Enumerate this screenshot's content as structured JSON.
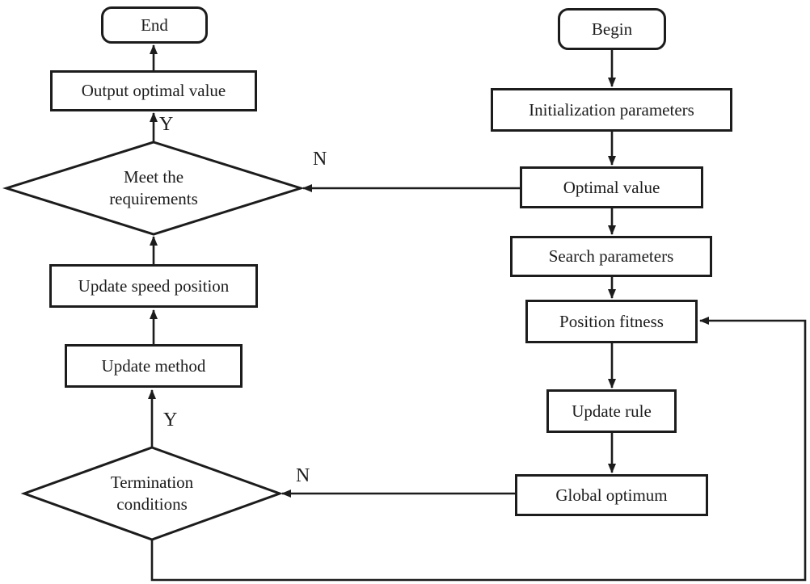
{
  "flowchart": {
    "colors": {
      "background": "#ffffff",
      "line": "#1c1c1c",
      "text": "#1c1c1c",
      "node_fill": "#ffffff"
    },
    "nodes": {
      "begin": {
        "label": "Begin",
        "shape": "terminator"
      },
      "initialization_parameters": {
        "label": "Initialization parameters",
        "shape": "process"
      },
      "optimal_value": {
        "label": "Optimal value",
        "shape": "process"
      },
      "search_parameters": {
        "label": "Search parameters",
        "shape": "process"
      },
      "position_fitness": {
        "label": "Position fitness",
        "shape": "process"
      },
      "update_rule": {
        "label": "Update rule",
        "shape": "process"
      },
      "global_optimum": {
        "label": "Global optimum",
        "shape": "process"
      },
      "termination_conditions": {
        "label": "Termination conditions",
        "shape": "decision"
      },
      "update_method": {
        "label": "Update method",
        "shape": "process"
      },
      "update_speed_position": {
        "label": "Update speed position",
        "shape": "process"
      },
      "meet_the_requirements": {
        "label": "Meet the requirements",
        "shape": "decision"
      },
      "output_optimal_value": {
        "label": "Output optimal value",
        "shape": "process"
      },
      "end": {
        "label": "End",
        "shape": "terminator"
      }
    },
    "edges": [
      {
        "from": "begin",
        "to": "initialization_parameters",
        "label": ""
      },
      {
        "from": "initialization_parameters",
        "to": "optimal_value",
        "label": ""
      },
      {
        "from": "optimal_value",
        "to": "search_parameters",
        "label": ""
      },
      {
        "from": "search_parameters",
        "to": "position_fitness",
        "label": ""
      },
      {
        "from": "position_fitness",
        "to": "update_rule",
        "label": ""
      },
      {
        "from": "update_rule",
        "to": "global_optimum",
        "label": ""
      },
      {
        "from": "optimal_value",
        "to": "meet_the_requirements",
        "label": "N"
      },
      {
        "from": "global_optimum",
        "to": "termination_conditions",
        "label": "N"
      },
      {
        "from": "termination_conditions",
        "to": "update_method",
        "label": "Y"
      },
      {
        "from": "update_method",
        "to": "update_speed_position",
        "label": ""
      },
      {
        "from": "update_speed_position",
        "to": "meet_the_requirements",
        "label": ""
      },
      {
        "from": "meet_the_requirements",
        "to": "output_optimal_value",
        "label": "Y"
      },
      {
        "from": "output_optimal_value",
        "to": "end",
        "label": ""
      },
      {
        "from": "termination_conditions",
        "to": "position_fitness",
        "label": "",
        "route": "bottom-right-loop"
      }
    ]
  }
}
